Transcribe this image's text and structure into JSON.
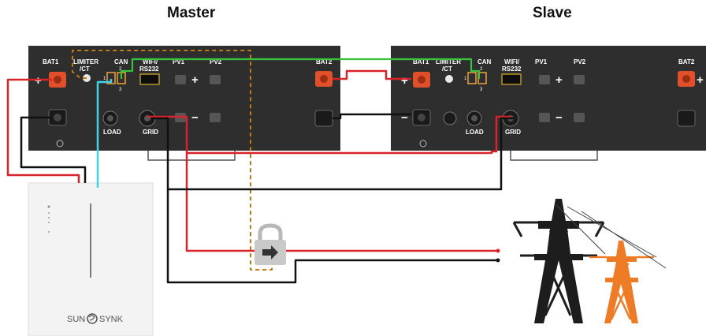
{
  "titles": {
    "master": "Master",
    "slave": "Slave"
  },
  "master": {
    "bat1": "BAT1",
    "limiter": "LIMITER",
    "limiter2": "/CT",
    "can": "CAN",
    "wifi": "WIFI/",
    "wifi2": "RS232",
    "pv1": "PV1",
    "pv2": "PV2",
    "bat2": "BAT2",
    "load": "LOAD",
    "grid": "GRID"
  },
  "slave": {
    "bat1": "BAT1",
    "limiter": "LIMITER",
    "limiter2": "/CT",
    "can": "CAN",
    "wifi": "WIFI/",
    "wifi2": "RS232",
    "pv1": "PV1",
    "pv2": "PV2",
    "bat2": "BAT2",
    "load": "LOAD",
    "grid": "GRID"
  },
  "symbols": {
    "plus": "+",
    "minus": "−"
  },
  "can_pins": {
    "p1": "1",
    "p2": "2",
    "p3": "3"
  },
  "battery": {
    "brand_left": "SUN",
    "brand_right": "SYNK"
  },
  "icons": {
    "lock": "padlock-arrow-icon",
    "pylon": "transmission-tower-icon",
    "logo": "sunsynk-logo-icon"
  },
  "colors": {
    "panel": "#2e2e2e",
    "positive": "#d8232a",
    "negative": "#111111",
    "can_link": "#35c43c",
    "ct_link": "#40d2e6",
    "ct_dashed": "#c07a14",
    "pylon_main": "#1d1d1d",
    "pylon_secondary": "#ee7b25"
  }
}
